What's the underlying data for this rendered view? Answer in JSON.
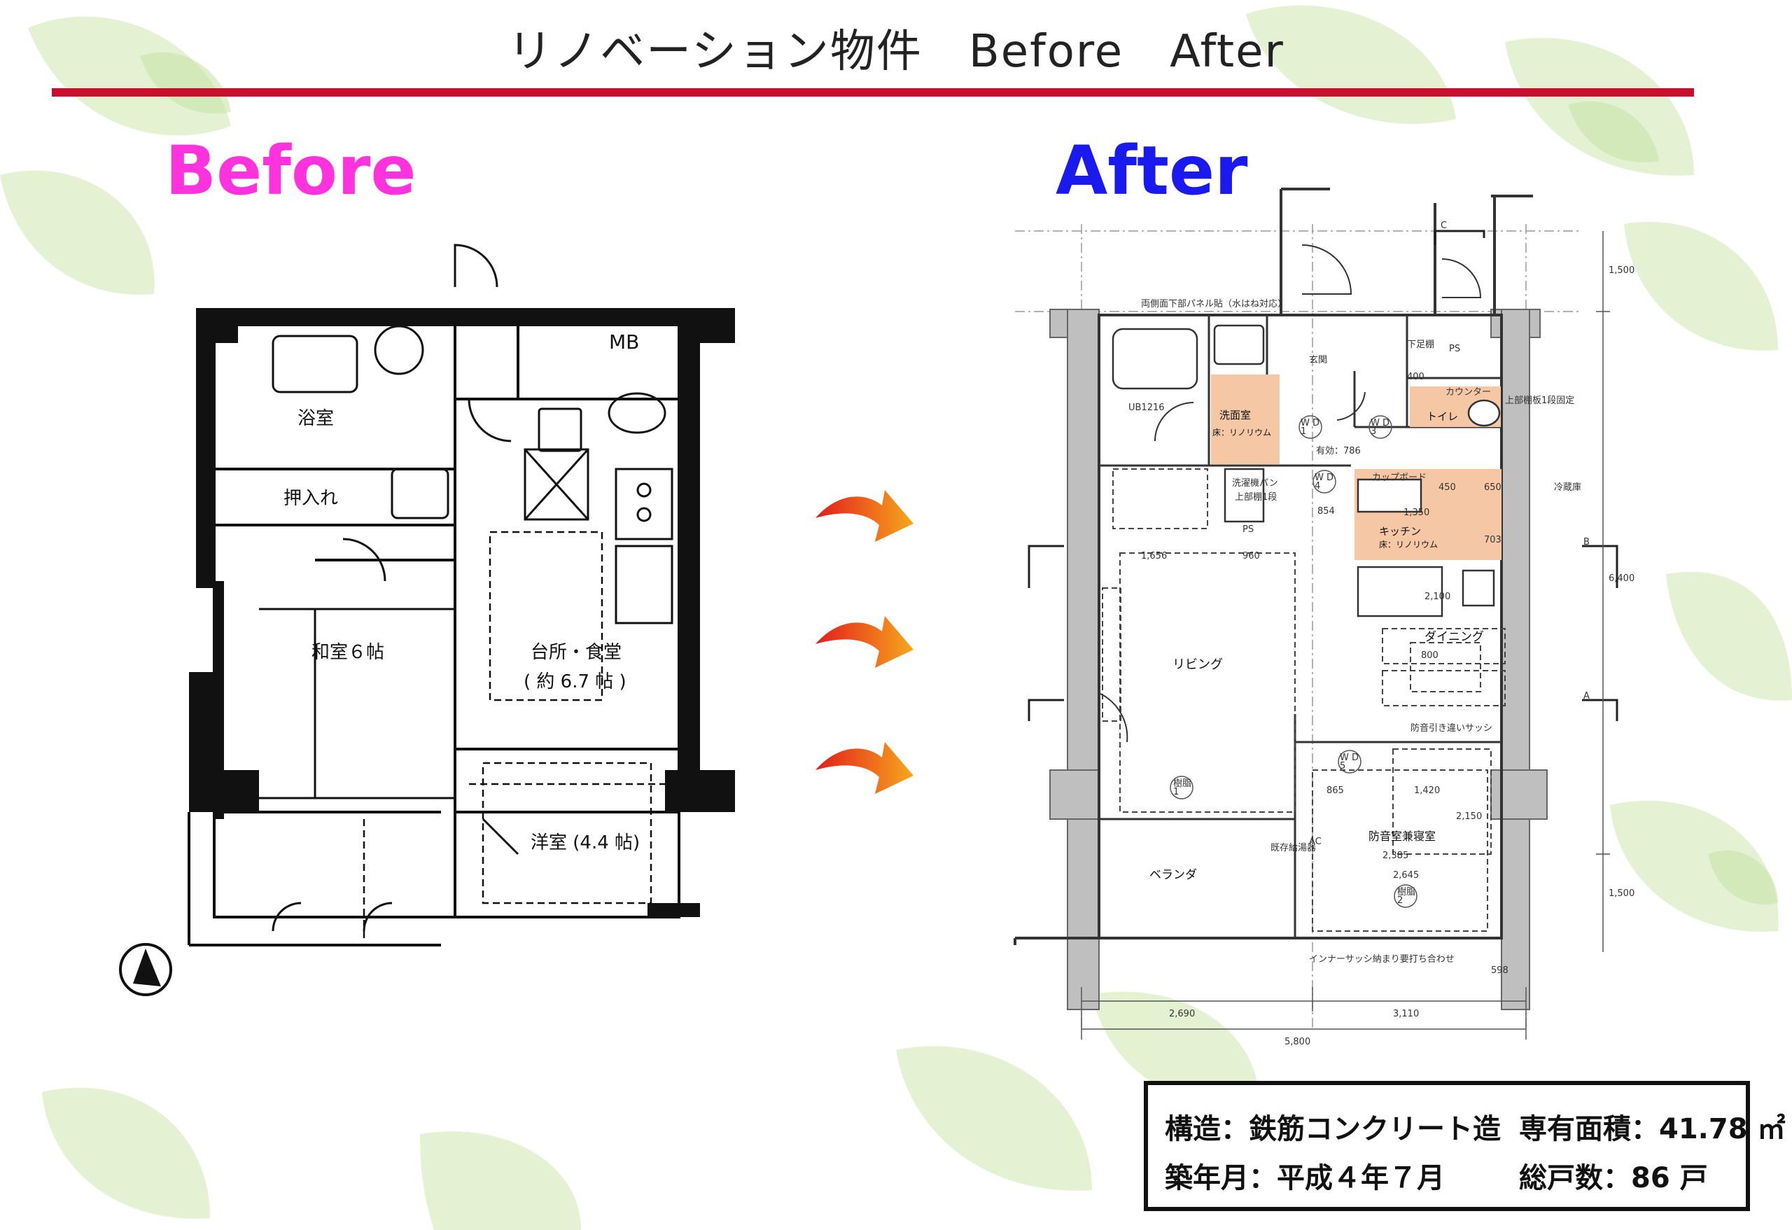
{
  "page": {
    "title": "リノベーション物件　Before　After"
  },
  "before": {
    "heading": "Before",
    "labels": {
      "mb": "MB",
      "bath": "浴室",
      "closet": "押入れ",
      "washitsu": "和室６帖",
      "kitchen": "台所・食堂",
      "kitchen_size": "( 約 6.7 帖 )",
      "western": "洋室 (4.4 帖)"
    }
  },
  "after": {
    "heading": "After",
    "labels": {
      "ps_top": "PS",
      "ub": "UB1216",
      "washroom": "洗面室",
      "washroom_floor": "床：リノリウム",
      "toilet": "トイレ",
      "counter": "カウンター",
      "cupboard": "カップボード",
      "kitchen": "キッチン",
      "kitchen_floor": "床：リノリウム",
      "dining": "ダイニング",
      "living": "リビング",
      "music_room": "防音室兼寝室",
      "veranda": "ベランダ",
      "entrance": "玄関",
      "sash1": "防音引き違いサッシ",
      "sash2": "インナーサッシ納まり要打ち合わせ",
      "ps_small": "PS",
      "laundry": "洗濯機パン",
      "upper_shelf": "上部棚1段",
      "wall_panel": "両側面下部パネル貼（水はね対応）",
      "upper_fixed": "上部棚板1段固定",
      "fridge": "冷蔵庫",
      "water_heater": "既存給湯器",
      "sec_b": "B",
      "sec_a": "A",
      "sec_c": "C",
      "wd1": "W D\n1",
      "wd3": "W D\n3",
      "wd4": "W D\n4",
      "wd5": "W D\n5",
      "sh1": "樹脂\n1",
      "sh2": "樹脂\n2",
      "ac": "AC",
      "shoe": "下足棚",
      "dining_w": "800"
    },
    "dims": {
      "d1656": "1,656",
      "d960": "960",
      "d1350": "1,350",
      "d2100": "2,100",
      "d865": "865",
      "d1420": "1,420",
      "d2385": "2,385",
      "d2645": "2,645",
      "d2690": "2,690",
      "d3110": "3,110",
      "d5800": "5,800",
      "d6400": "6,400",
      "d1500a": "1,500",
      "d1500b": "1,500",
      "d400": "400",
      "d786": "有効：786",
      "d854": "854",
      "d650": "650",
      "d703": "703",
      "d450": "450",
      "d598": "598",
      "d2150": "2,150"
    }
  },
  "info": {
    "structure": "構造：鉄筋コンクリート造",
    "area": "専有面積：41.78 ㎡",
    "built": "築年月：平成４年７月",
    "units": "総戸数：86 戸"
  },
  "colors": {
    "title_rule": "#c8102e",
    "before_heading": "#ff33dd",
    "after_heading": "#1a1aee",
    "room_highlight": "#f6c7a4",
    "arrow": "#e8321e"
  }
}
